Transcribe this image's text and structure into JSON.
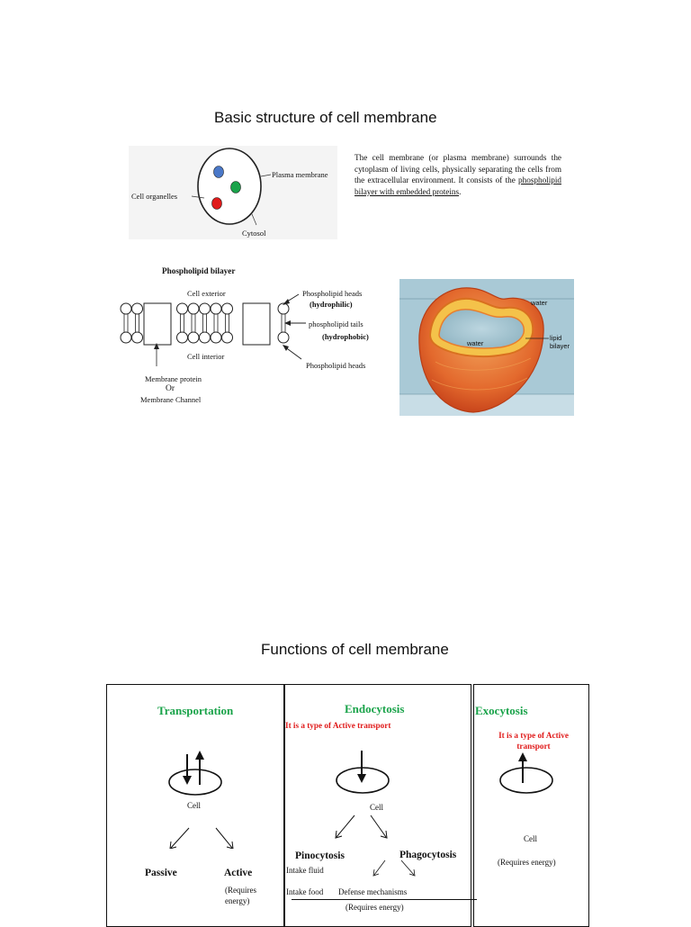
{
  "page": {
    "title1": "Basic structure of cell membrane",
    "title2": "Functions of cell membrane"
  },
  "intro": {
    "text_plain": "The cell membrane (or plasma membrane) surrounds the cytoplasm of living cells, physically separating the cells from the extracellular environment. It consists of the",
    "text_underlined": "phospholipid bilayer with embedded proteins",
    "text_end": "."
  },
  "cell_diagram": {
    "plasma_membrane": "Plasma membrane",
    "cell_organelles": "Cell organelles",
    "cytosol": "Cytosol",
    "organelle_colors": [
      "#4a78c8",
      "#1aa34a",
      "#e01b1b"
    ]
  },
  "bilayer_diagram": {
    "title": "Phospholipid bilayer",
    "cell_exterior": "Cell exterior",
    "cell_interior": "Cell interior",
    "heads_top": "Phospholipid heads",
    "hydrophilic": "(hydrophilic)",
    "tails": "phospholipid tails",
    "hydrophobic": "(hydrophobic)",
    "heads_bottom": "Phospholipid heads",
    "membrane_protein": "Membrane protein",
    "or": "Or",
    "membrane_channel": "Membrane Channel"
  },
  "liposome": {
    "water_outer": "water",
    "water_inner": "water",
    "lipid_bilayer_1": "lipid",
    "lipid_bilayer_2": "bilayer"
  },
  "functions": {
    "transportation": {
      "heading": "Transportation",
      "cell": "Cell",
      "passive": "Passive",
      "active": "Active",
      "requires_1": "(Requires",
      "requires_2": "energy)"
    },
    "endocytosis": {
      "heading": "Endocytosis",
      "note": "It is a type of Active transport",
      "cell": "Cell",
      "pinocytosis": "Pinocytosis",
      "phagocytosis": "Phagocytosis",
      "intake_fluid": "Intake fluid",
      "intake_food": "Intake food",
      "defense": "Defense mechanisms",
      "requires": "(Requires energy)"
    },
    "exocytosis": {
      "heading": "Exocytosis",
      "note": "It is a type of Active transport",
      "cell": "Cell",
      "requires": "(Requires energy)"
    }
  }
}
